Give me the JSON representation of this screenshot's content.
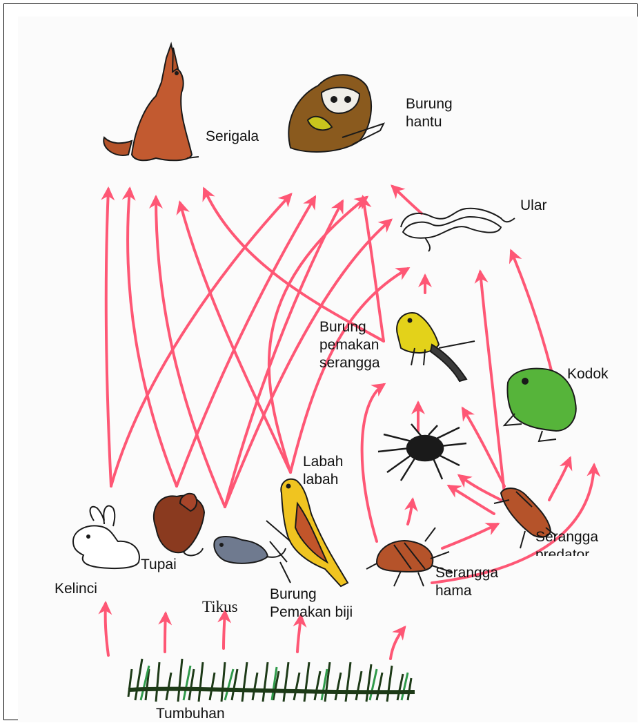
{
  "colors": {
    "arrow": "#ff4f6e",
    "ink": "#1a1a1a",
    "fox": "#b5532a",
    "owl": "#8a5a1e",
    "frog": "#56b43a",
    "bird_yellow": "#e3d21a",
    "squirrel": "#8a3a1f",
    "rat": "#6f7a8f",
    "grass_dark": "#1d3a17",
    "grass_green": "#2f9a4a"
  },
  "labels": {
    "serigala": "Serigala",
    "burung_hantu_1": "Burung",
    "burung_hantu_2": "hantu",
    "ular": "Ular",
    "burung_serangga_1": "Burung",
    "burung_serangga_2": "pemakan",
    "burung_serangga_3": "serangga",
    "kodok": "Kodok",
    "labah_1": "Labah",
    "labah_2": "labah",
    "serangga_predator_1": "Serangga",
    "serangga_predator_2": "predator",
    "kelinci": "Kelinci",
    "tupai": "Tupai",
    "tikus": "Tikus",
    "burung_biji_1": "Burung",
    "burung_biji_2": "Pemakan biji",
    "serangga_hama_1": "Serangga",
    "serangga_hama_2": "hama",
    "tumbuhan": "Tumbuhan"
  },
  "organisms": [
    {
      "name": "fox-drawing",
      "icon": "fox"
    },
    {
      "name": "owl-drawing",
      "icon": "owl"
    },
    {
      "name": "snake-drawing",
      "icon": "snake"
    },
    {
      "name": "insectivore-bird-drawing",
      "icon": "yellow-bird"
    },
    {
      "name": "frog-drawing",
      "icon": "frog"
    },
    {
      "name": "spider-drawing",
      "icon": "spider"
    },
    {
      "name": "predator-beetle-drawing",
      "icon": "beetle"
    },
    {
      "name": "pest-beetle-drawing",
      "icon": "beetle"
    },
    {
      "name": "rabbit-drawing",
      "icon": "rabbit"
    },
    {
      "name": "squirrel-drawing",
      "icon": "squirrel"
    },
    {
      "name": "rat-drawing",
      "icon": "rat"
    },
    {
      "name": "seed-bird-drawing",
      "icon": "seed-bird"
    },
    {
      "name": "grass-drawing",
      "icon": "grass"
    }
  ]
}
